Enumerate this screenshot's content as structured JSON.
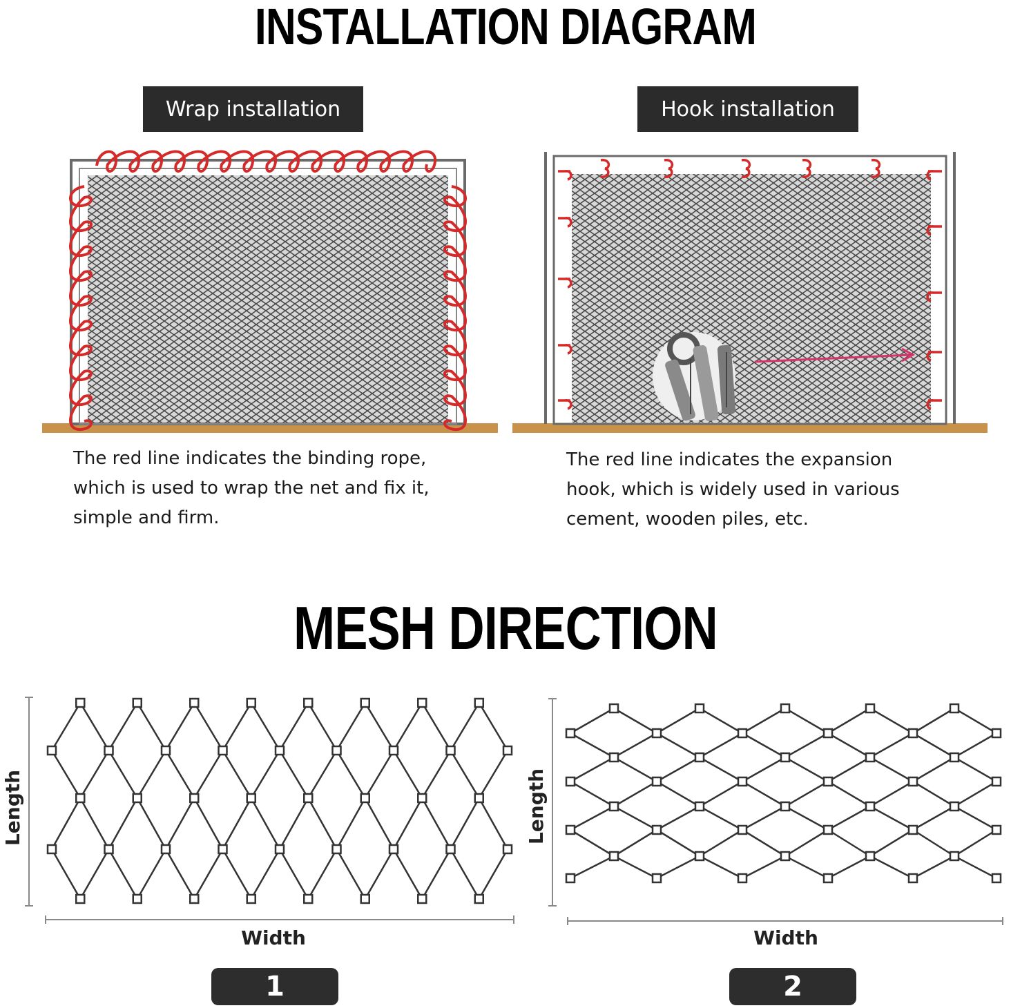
{
  "installation": {
    "title": "INSTALLATION DIAGRAM",
    "wrap": {
      "label": "Wrap installation",
      "description": [
        "The red line indicates the binding rope,",
        "which is used to wrap the net and fix it,",
        "simple and firm."
      ]
    },
    "hook": {
      "label": "Hook installation",
      "description": [
        "The red line indicates the expansion",
        "hook, which is widely used in various",
        "cement, wooden piles, etc."
      ]
    },
    "colors": {
      "rope": "#d42a2a",
      "ground": "#c8924a",
      "mesh": "#5a5a5a",
      "arrow": "#d6336c"
    }
  },
  "mesh_direction": {
    "title": "MESH DIRECTION",
    "diagram1": {
      "length_label": "Length",
      "width_label": "Width",
      "badge": "1"
    },
    "diagram2": {
      "length_label": "Length",
      "width_label": "Width",
      "badge": "2"
    }
  }
}
